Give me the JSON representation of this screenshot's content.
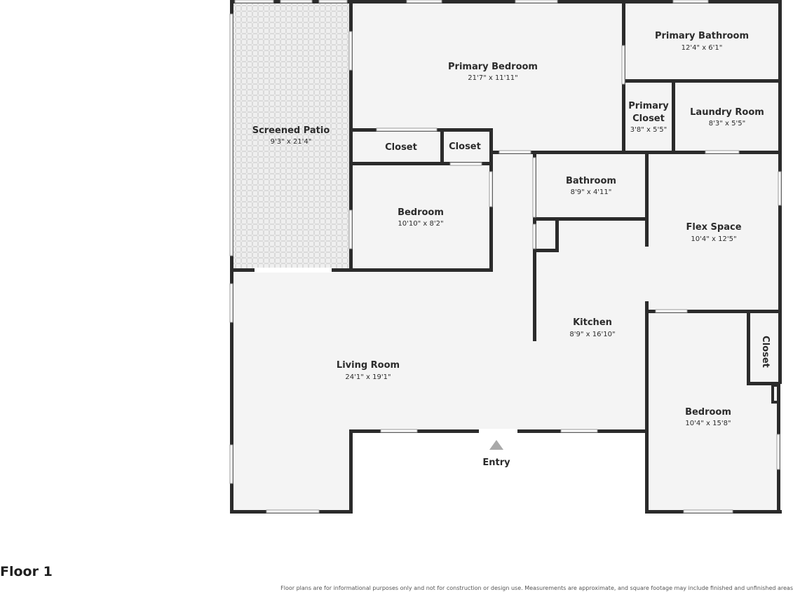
{
  "floor_label": "Floor 1",
  "disclaimer": "Floor plans are for informational purposes only and not for construction or design use. Measurements are approximate, and square footage may include finished and unfinished areas",
  "entry_label": "Entry",
  "rooms": [
    {
      "key": "screened-patio",
      "name": "Screened Patio",
      "dims": "9'3\" x 21'4\""
    },
    {
      "key": "primary-bedroom",
      "name": "Primary Bedroom",
      "dims": "21'7\" x 11'11\""
    },
    {
      "key": "primary-bathroom",
      "name": "Primary Bathroom",
      "dims": "12'4\" x 6'1\""
    },
    {
      "key": "primary-closet",
      "name": "Primary Closet",
      "lines": [
        "Primary",
        "Closet"
      ],
      "dims": "3'8\" x 5'5\""
    },
    {
      "key": "laundry-room",
      "name": "Laundry Room",
      "dims": "8'3\" x 5'5\""
    },
    {
      "key": "closet-a",
      "name": "Closet"
    },
    {
      "key": "closet-b",
      "name": "Closet"
    },
    {
      "key": "bedroom-2",
      "name": "Bedroom",
      "dims": "10'10\" x 8'2\""
    },
    {
      "key": "bathroom",
      "name": "Bathroom",
      "dims": "8'9\" x 4'11\""
    },
    {
      "key": "flex-space",
      "name": "Flex Space",
      "dims": "10'4\" x 12'5\""
    },
    {
      "key": "kitchen",
      "name": "Kitchen",
      "dims": "8'9\" x 16'10\""
    },
    {
      "key": "living-room",
      "name": "Living Room",
      "dims": "24'1\" x 19'1\""
    },
    {
      "key": "closet-c",
      "name": "Closet",
      "vertical": true
    },
    {
      "key": "bedroom-3",
      "name": "Bedroom",
      "dims": "10'4\" x 15'8\""
    }
  ],
  "colors": {
    "wall": "#2b2b2b",
    "floor": "#f4f4f4",
    "patio": "#e9e9e9",
    "entry_marker": "#a9a9a9"
  }
}
